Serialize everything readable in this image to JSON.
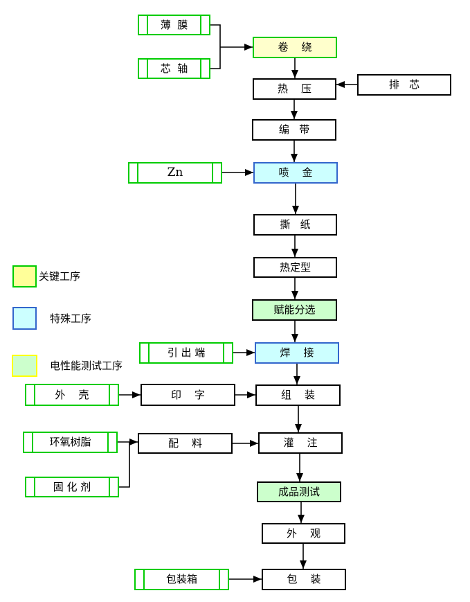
{
  "nodes": {
    "film": "薄  膜",
    "core_shaft": "芯  轴",
    "winding": "卷    绕",
    "hot_press": "热    压",
    "core_array": "排   芯",
    "taping": "编   带",
    "zn": "Zn",
    "metal_spray": "喷    金",
    "paper_tear": "撕   纸",
    "heat_setting": "热定型",
    "energize_sort": "赋能分选",
    "lead_terminal": "引 出 端",
    "welding": "焊    接",
    "shell": "外    壳",
    "printing": "印    字",
    "assembly": "组    装",
    "epoxy_resin": "环氧树脂",
    "batching": "配    料",
    "potting": "灌    注",
    "curing_agent": "固 化 剂",
    "product_test": "成品测试",
    "appearance": "外    观",
    "packing_box": "包装箱",
    "packing": "包    装"
  },
  "legend": [
    {
      "id": "key",
      "label": "关键工序",
      "fill": "#ffff99",
      "border": "#00cc00"
    },
    {
      "id": "special",
      "label": "特殊工序",
      "fill": "#ccffff",
      "border": "#3366cc"
    },
    {
      "id": "test",
      "label": "电性能测试工序",
      "fill": "#ccffcc",
      "border": "#ffff00"
    }
  ],
  "colors": {
    "key_process_fill": "#ffffcc",
    "special_process_fill": "#ccffff",
    "test_process_fill": "#ccffcc",
    "input_box_border": "#00cc00",
    "special_box_border": "#3366cc",
    "plain_box_border": "#000000",
    "connector": "#000000",
    "background": "#ffffff"
  }
}
